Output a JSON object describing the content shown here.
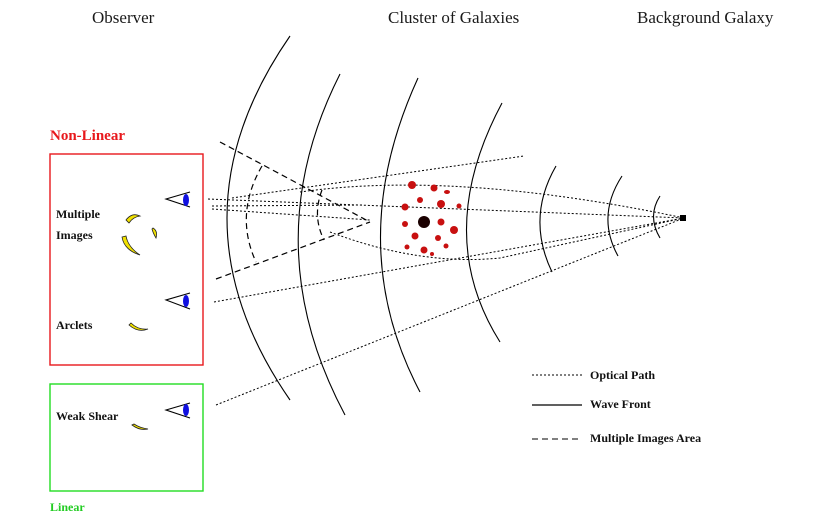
{
  "headers": {
    "observer": "Observer",
    "cluster": "Cluster of Galaxies",
    "background": "Background Galaxy"
  },
  "regions": {
    "nonlinear": {
      "title": "Non-Linear",
      "color": "#e8181c"
    },
    "linear": {
      "title": "Linear",
      "color": "#22dd22"
    }
  },
  "labels": {
    "multiple_line1": "Multiple",
    "multiple_line2": "Images",
    "arclets": "Arclets",
    "weak_shear": "Weak Shear"
  },
  "legend": {
    "optical_path": "Optical Path",
    "wave_front": "Wave Front",
    "multiple_images_area": "Multiple Images Area"
  },
  "colors": {
    "eye": "#1010e0",
    "image_fill": "#f0e000",
    "cluster_galaxies": "#c81010",
    "lines": "#000000"
  }
}
